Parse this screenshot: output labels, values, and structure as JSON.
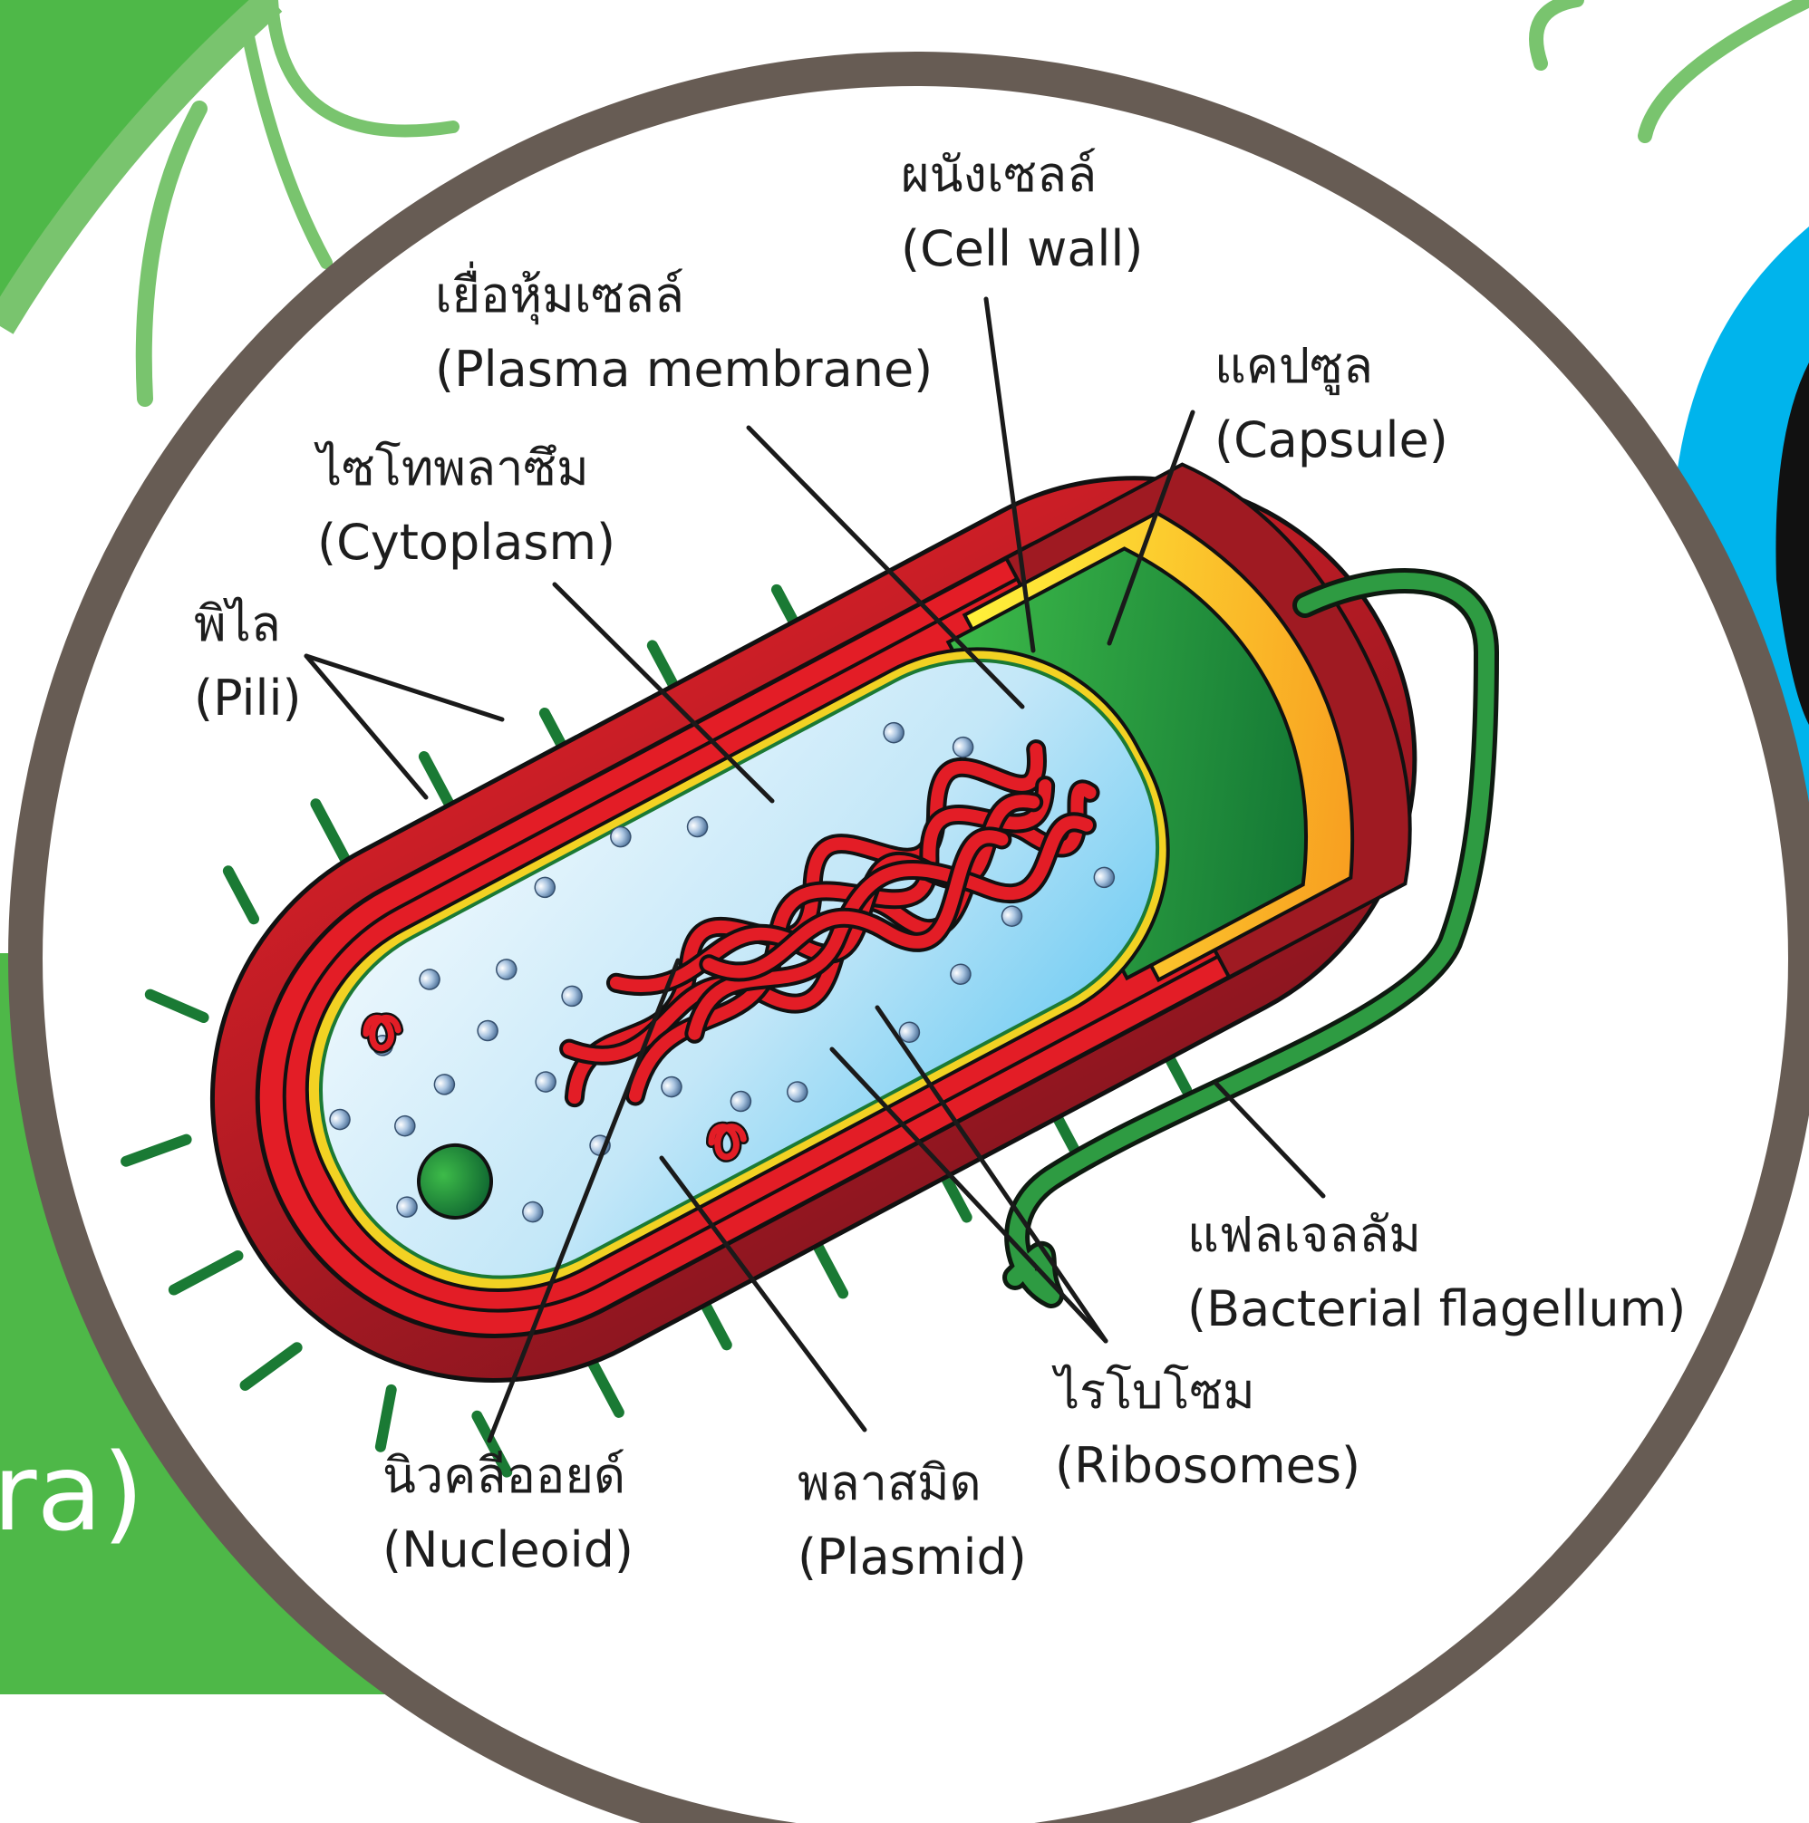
{
  "colors": {
    "background_green": "#4eb848",
    "light_green_stroke": "#79c46e",
    "frame_brown": "#675c54",
    "cyan_accent": "#00b4ec",
    "capsule_red": "#9f1a22",
    "cell_wall_red": "#e31d26",
    "membrane_green": "#198a3f",
    "cytoplasm_blue": "#bfe6f8",
    "dna_red": "#e31d26",
    "ribosome_blue": "#8db0d4"
  },
  "edge_text": "ra)",
  "labels": {
    "cell_wall": {
      "thai": "ผนังเซลล์",
      "en": "(Cell wall)"
    },
    "plasma_membrane": {
      "thai": "เยื่อหุ้มเซลล์",
      "en": "(Plasma membrane)"
    },
    "capsule": {
      "thai": "แคปซูล",
      "en": "(Capsule)"
    },
    "cytoplasm": {
      "thai": "ไซโทพลาซึม",
      "en": "(Cytoplasm)"
    },
    "pili": {
      "thai": "พิไล",
      "en": "(Pili)"
    },
    "flagellum": {
      "thai": "แฟลเจลลัม",
      "en": "(Bacterial flagellum)"
    },
    "ribosomes": {
      "thai": "ไรโบโซม",
      "en": "(Ribosomes)"
    },
    "nucleoid": {
      "thai": "นิวคลีออยด์",
      "en": "(Nucleoid)"
    },
    "plasmid": {
      "thai": "พลาสมิด",
      "en": "(Plasmid)"
    }
  }
}
